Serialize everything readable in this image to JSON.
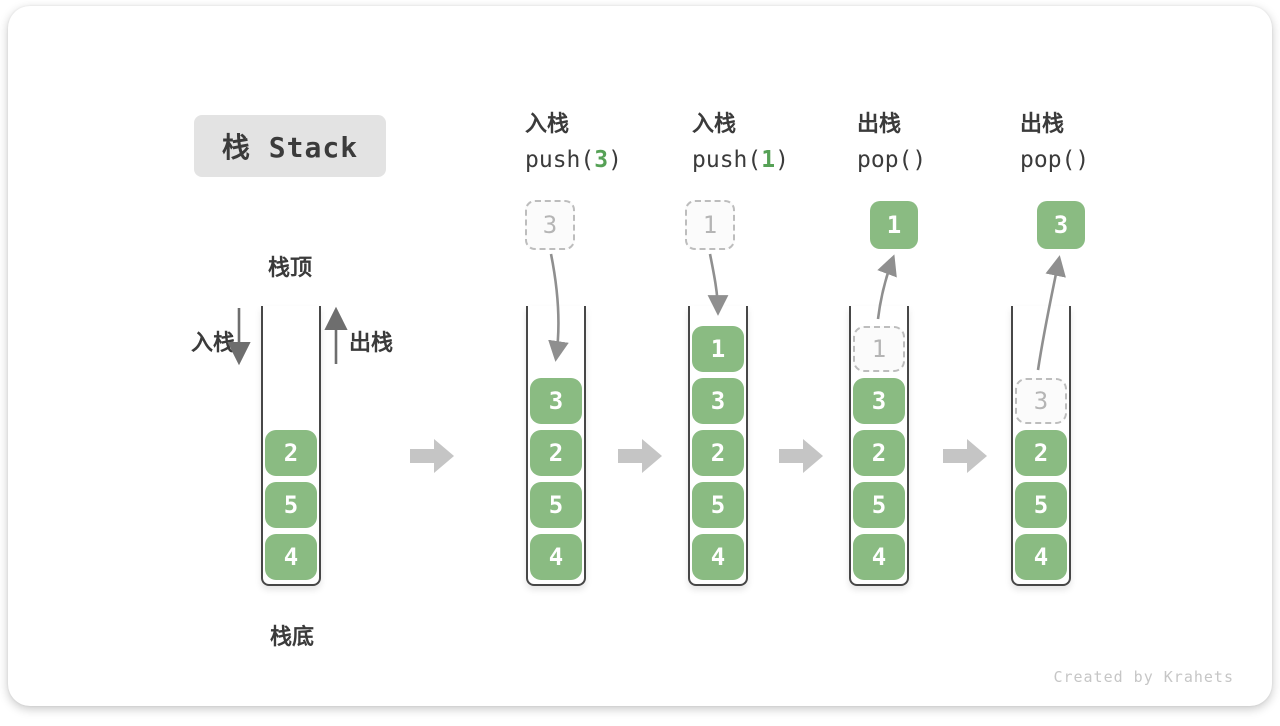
{
  "title": "栈 Stack",
  "watermark": "Created by Krahets",
  "labels": {
    "stack_top": "栈顶",
    "stack_bottom": "栈底",
    "push": "入栈",
    "pop": "出栈"
  },
  "colors": {
    "block_green": "#8abb82",
    "code_highlight_green": "#56a156",
    "dashed_border": "#bdbdbd",
    "dashed_text": "#b5b5b5",
    "container_border": "#474747",
    "curved_arrow_gray": "#8f8f8f",
    "straight_arrow_gray": "#6e6e6e",
    "block_arrow_gray": "#c5c5c5",
    "title_box_bg": "#e3e3e3",
    "text_dark": "#3b3b3b",
    "watermark_gray": "#c6c6c6"
  },
  "columns": [
    {
      "name": "state-initial",
      "header": null,
      "floating": null,
      "cells": [
        {
          "row": 2,
          "value": "2",
          "style": "solid"
        },
        {
          "row": 3,
          "value": "5",
          "style": "solid"
        },
        {
          "row": 4,
          "value": "4",
          "style": "solid"
        }
      ]
    },
    {
      "name": "state-push-3",
      "header": {
        "op_label": "入栈",
        "code_prefix": "push(",
        "code_arg": "3",
        "code_suffix": ")"
      },
      "floating": {
        "value": "3",
        "style": "dashed"
      },
      "cells": [
        {
          "row": 1,
          "value": "3",
          "style": "solid"
        },
        {
          "row": 2,
          "value": "2",
          "style": "solid"
        },
        {
          "row": 3,
          "value": "5",
          "style": "solid"
        },
        {
          "row": 4,
          "value": "4",
          "style": "solid"
        }
      ]
    },
    {
      "name": "state-push-1",
      "header": {
        "op_label": "入栈",
        "code_prefix": "push(",
        "code_arg": "1",
        "code_suffix": ")"
      },
      "floating": {
        "value": "1",
        "style": "dashed"
      },
      "cells": [
        {
          "row": 0,
          "value": "1",
          "style": "solid"
        },
        {
          "row": 1,
          "value": "3",
          "style": "solid"
        },
        {
          "row": 2,
          "value": "2",
          "style": "solid"
        },
        {
          "row": 3,
          "value": "5",
          "style": "solid"
        },
        {
          "row": 4,
          "value": "4",
          "style": "solid"
        }
      ]
    },
    {
      "name": "state-pop-1",
      "header": {
        "op_label": "出栈",
        "code_prefix": "pop(",
        "code_arg": "",
        "code_suffix": ")"
      },
      "floating": {
        "value": "1",
        "style": "solid"
      },
      "cells": [
        {
          "row": 0,
          "value": "1",
          "style": "dashed"
        },
        {
          "row": 1,
          "value": "3",
          "style": "solid"
        },
        {
          "row": 2,
          "value": "2",
          "style": "solid"
        },
        {
          "row": 3,
          "value": "5",
          "style": "solid"
        },
        {
          "row": 4,
          "value": "4",
          "style": "solid"
        }
      ]
    },
    {
      "name": "state-pop-3",
      "header": {
        "op_label": "出栈",
        "code_prefix": "pop(",
        "code_arg": "",
        "code_suffix": ")"
      },
      "floating": {
        "value": "3",
        "style": "solid"
      },
      "cells": [
        {
          "row": 1,
          "value": "3",
          "style": "dashed"
        },
        {
          "row": 2,
          "value": "2",
          "style": "solid"
        },
        {
          "row": 3,
          "value": "5",
          "style": "solid"
        },
        {
          "row": 4,
          "value": "4",
          "style": "solid"
        }
      ]
    }
  ]
}
